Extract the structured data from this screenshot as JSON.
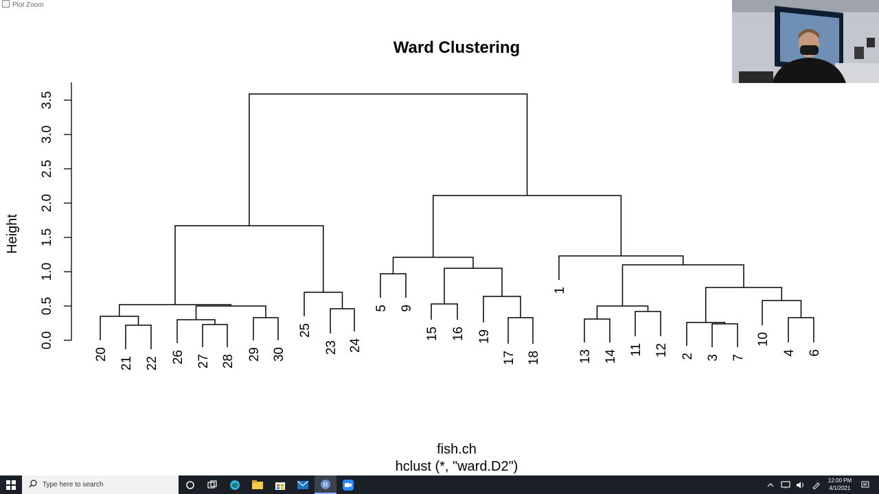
{
  "window": {
    "title": "Plot Zoom"
  },
  "chart_data": {
    "type": "dendrogram",
    "title": "Ward Clustering",
    "ylabel": "Height",
    "xlabel": "fish.ch",
    "sublabel": "hclust (*, \"ward.D2\")",
    "ylim": [
      0,
      3.5
    ],
    "yticks": [
      "0.0",
      "0.5",
      "1.0",
      "1.5",
      "2.0",
      "2.5",
      "3.0",
      "3.5"
    ],
    "leaf_order": [
      "20",
      "21",
      "22",
      "26",
      "27",
      "28",
      "29",
      "30",
      "25",
      "23",
      "24",
      "5",
      "9",
      "15",
      "16",
      "19",
      "17",
      "18",
      "1",
      "13",
      "14",
      "11",
      "12",
      "2",
      "3",
      "7",
      "10",
      "4",
      "6"
    ],
    "merges": [
      {
        "a": "21",
        "b": "22",
        "height": 0.22
      },
      {
        "a": "20",
        "b": "21+22",
        "height": 0.35
      },
      {
        "a": "27",
        "b": "28",
        "height": 0.23
      },
      {
        "a": "26",
        "b": "27+28",
        "height": 0.3
      },
      {
        "a": "29",
        "b": "30",
        "height": 0.33
      },
      {
        "a": "26+27+28",
        "b": "29+30",
        "height": 0.5
      },
      {
        "a": "20+21+22",
        "b": "26..30",
        "height": 0.52
      },
      {
        "a": "23",
        "b": "24",
        "height": 0.46
      },
      {
        "a": "25",
        "b": "23+24",
        "height": 0.7
      },
      {
        "a": "20..30",
        "b": "25+23+24",
        "height": 1.67
      },
      {
        "a": "5",
        "b": "9",
        "height": 0.97
      },
      {
        "a": "15",
        "b": "16",
        "height": 0.53
      },
      {
        "a": "17",
        "b": "18",
        "height": 0.33
      },
      {
        "a": "19",
        "b": "17+18",
        "height": 0.64
      },
      {
        "a": "15+16",
        "b": "19+17+18",
        "height": 1.05
      },
      {
        "a": "5+9",
        "b": "15..19",
        "height": 1.21
      },
      {
        "a": "13",
        "b": "14",
        "height": 0.31
      },
      {
        "a": "11",
        "b": "12",
        "height": 0.42
      },
      {
        "a": "13+14",
        "b": "11+12",
        "height": 0.5
      },
      {
        "a": "3",
        "b": "7",
        "height": 0.24
      },
      {
        "a": "2",
        "b": "3+7",
        "height": 0.26
      },
      {
        "a": "4",
        "b": "6",
        "height": 0.33
      },
      {
        "a": "10",
        "b": "4+6",
        "height": 0.58
      },
      {
        "a": "2+3+7",
        "b": "10+4+6",
        "height": 0.77
      },
      {
        "a": "13..12",
        "b": "2..6",
        "height": 1.1
      },
      {
        "a": "1",
        "b": "13..6",
        "height": 1.23
      },
      {
        "a": "5..19",
        "b": "1..6",
        "height": 2.11
      },
      {
        "a": "20..24",
        "b": "5..6",
        "height": 3.59
      }
    ]
  },
  "taskbar": {
    "search_placeholder": "Type here to search",
    "time": "12:00 PM",
    "date": "4/1/2021",
    "icons": [
      "windows-start-icon",
      "search-icon",
      "cortana-icon",
      "task-view-icon",
      "edge-icon",
      "file-explorer-icon",
      "store-icon",
      "mail-icon",
      "r-icon",
      "zoom-icon"
    ]
  },
  "colors": {
    "taskbar": "#1b2027",
    "search_box": "#f2f2f2",
    "edge": "#2fb1e8",
    "explorer": "#f7c948",
    "mail": "#1a73c9",
    "r": "#6b8fd0",
    "zoom": "#2d8cff"
  }
}
